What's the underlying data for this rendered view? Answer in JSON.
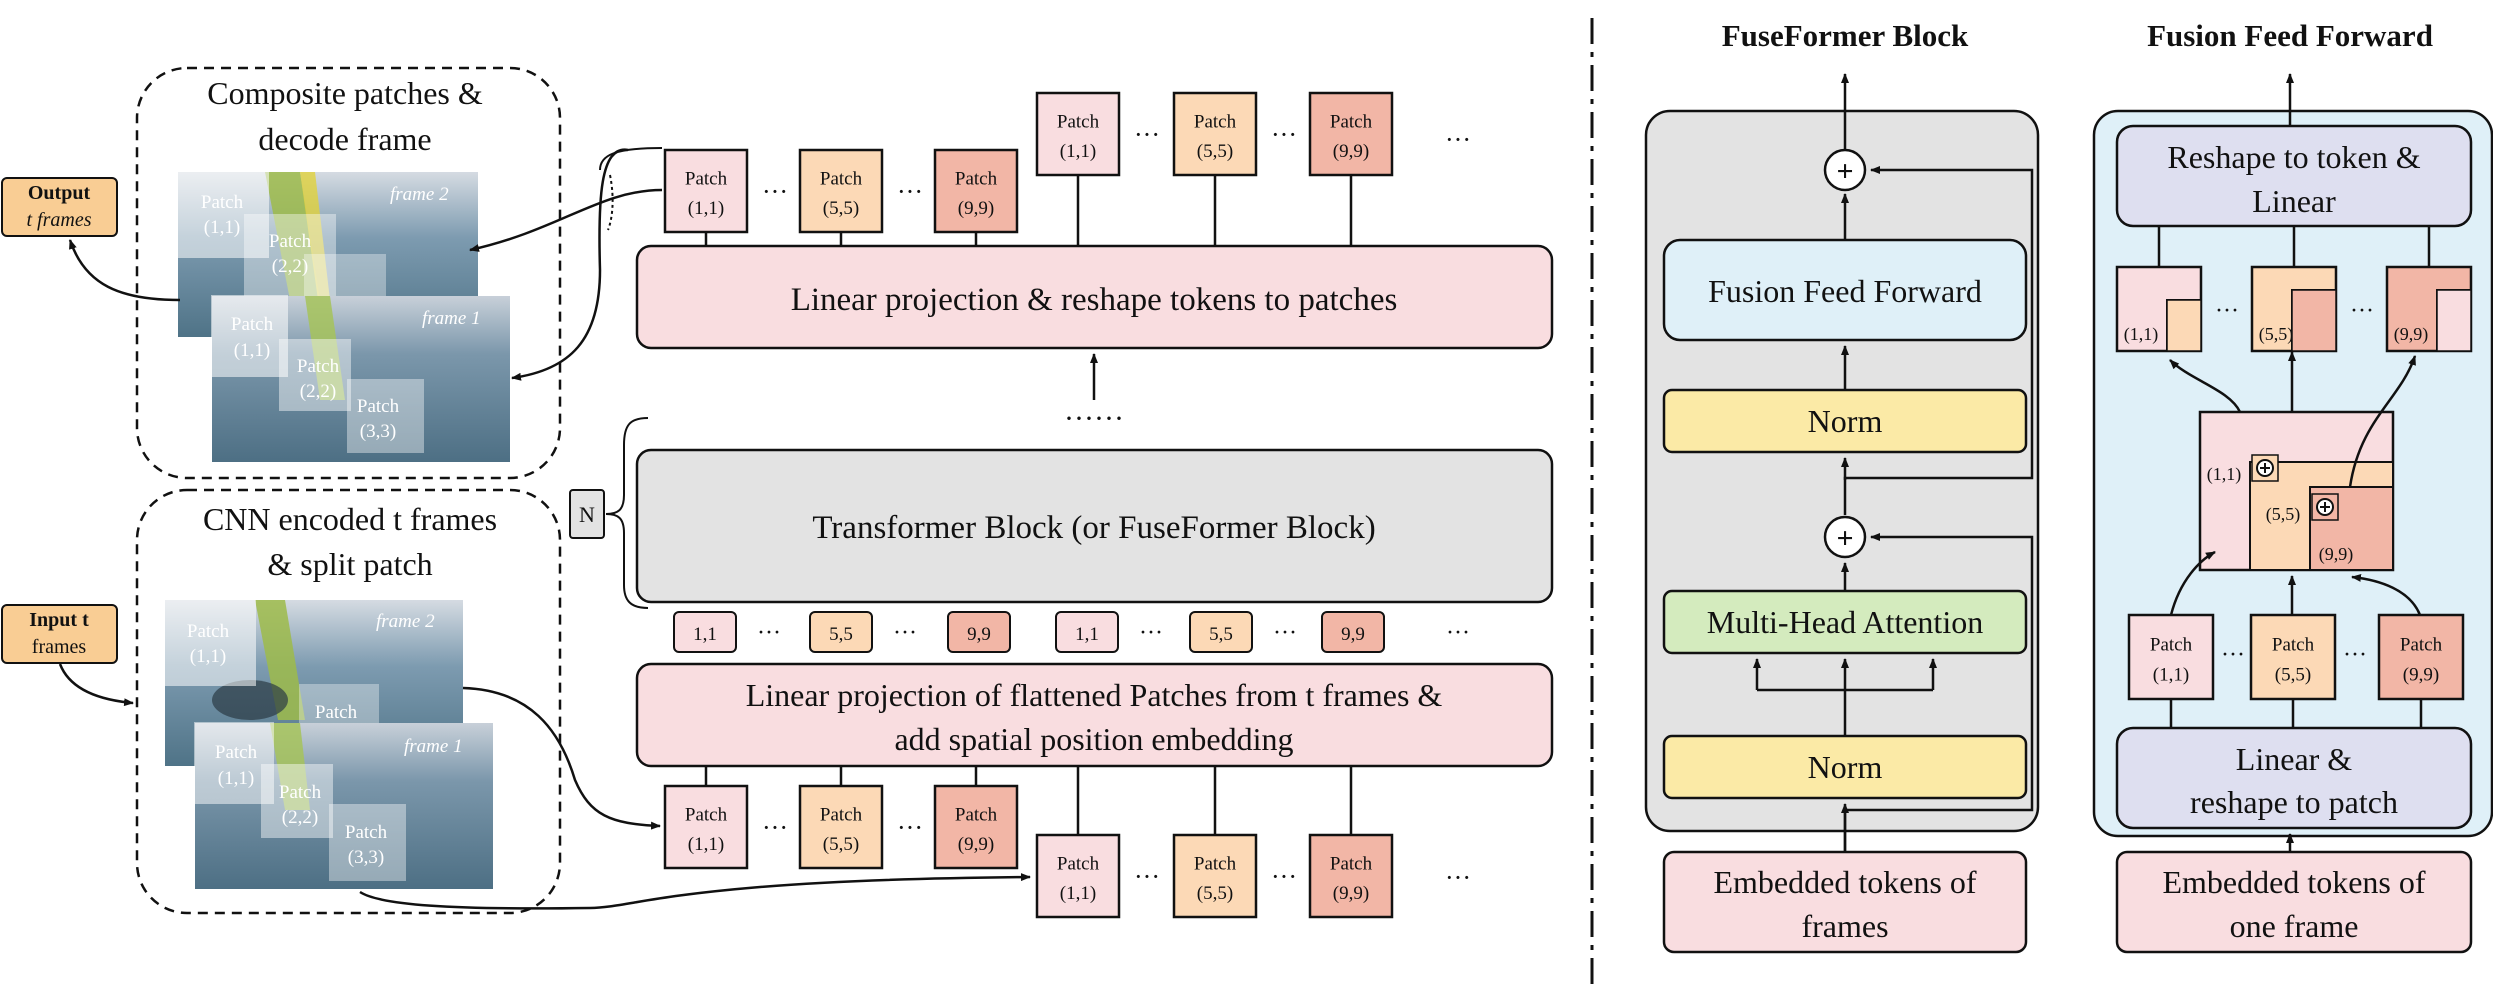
{
  "output_box": {
    "word": "Output",
    "rest": "t frames"
  },
  "input_box": {
    "word": "Input t",
    "rest": "frames"
  },
  "composite": {
    "line1": "Composite patches &",
    "line2": "decode frame"
  },
  "cnn": {
    "line1": "CNN encoded t frames",
    "line2": "& split patch"
  },
  "frame_labels": {
    "f2": "frame 2",
    "f1": "frame 1"
  },
  "img_patches": [
    {
      "a": "Patch",
      "b": "(1,1)"
    },
    {
      "a": "Patch",
      "b": "(2,2)"
    },
    {
      "a": "Patch",
      "b": "(3,3)"
    }
  ],
  "patch_word": "Patch",
  "patch_ids": [
    "(1,1)",
    "(5,5)",
    "(9,9)"
  ],
  "token_ids": [
    "1,1",
    "5,5",
    "9,9"
  ],
  "ellipsis": "···",
  "ellipsis_right": "···",
  "ellipsis_dots": "······",
  "n_label": "N",
  "blocks": {
    "linear_proj_top": "Linear projection & reshape tokens to patches",
    "transformer": "Transformer Block (or FuseFormer Block)",
    "linear_embed_1": "Linear projection of flattened Patches from t frames &",
    "linear_embed_2": "add spatial position embedding"
  },
  "fuseformer": {
    "title": "FuseFormer Block",
    "fusion": "Fusion Feed Forward",
    "norm": "Norm",
    "mha": "Multi-Head Attention",
    "embedded_1": "Embedded tokens of",
    "embedded_2": "frames"
  },
  "fff": {
    "title": "Fusion Feed Forward",
    "reshape_1": "Reshape to token &",
    "reshape_2": "Linear",
    "linear_1": "Linear &",
    "linear_2": "reshape to patch",
    "embedded_1": "Embedded tokens of",
    "embedded_2": "one frame"
  },
  "colors": {
    "pink": "#f9dde0",
    "orange": "#fcd9b6",
    "salmon": "#f2b6a6",
    "gray_block": "#e3e3e3",
    "light_blue": "#dff0f8",
    "yellow": "#fbeaa6",
    "green": "#d4ebbe",
    "lavender": "#dedff0",
    "output_orange": "#f9cd94"
  }
}
